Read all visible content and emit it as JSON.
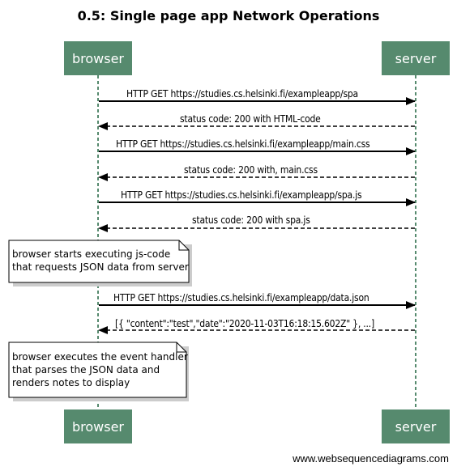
{
  "title": "0.5: Single page app Network Operations",
  "participants": {
    "browser": "browser",
    "server": "server"
  },
  "messages": [
    {
      "label": "HTTP GET https://studies.cs.helsinki.fi/exampleapp/spa",
      "from": "browser",
      "to": "server",
      "style": "solid"
    },
    {
      "label": "status code: 200 with HTML-code",
      "from": "server",
      "to": "browser",
      "style": "dashed"
    },
    {
      "label": "HTTP GET https://studies.cs.helsinki.fi/exampleapp/main.css",
      "from": "browser",
      "to": "server",
      "style": "solid"
    },
    {
      "label": "status code: 200 with, main.css",
      "from": "server",
      "to": "browser",
      "style": "dashed"
    },
    {
      "label": "HTTP GET https://studies.cs.helsinki.fi/exampleapp/spa.js",
      "from": "browser",
      "to": "server",
      "style": "solid"
    },
    {
      "label": "status code: 200 with spa.js",
      "from": "server",
      "to": "browser",
      "style": "dashed"
    },
    {
      "label": "HTTP GET https://studies.cs.helsinki.fi/exampleapp/data.json",
      "from": "browser",
      "to": "server",
      "style": "solid"
    },
    {
      "label": "[{ \"content\":\"test\",\"date\":\"2020-11-03T16:18:15.602Z\" }, ...]",
      "from": "server",
      "to": "browser",
      "style": "dashed"
    }
  ],
  "notes": [
    {
      "lines": [
        "browser starts executing js-code",
        "that requests JSON data from server"
      ]
    },
    {
      "lines": [
        "browser executes the event handler",
        "that parses the JSON data and",
        "renders notes to display"
      ]
    }
  ],
  "footer": "www.websequencediagrams.com",
  "colors": {
    "participant_fill": "#568a6e",
    "participant_text": "#ffffff",
    "lifeline": "#568a6e",
    "arrow": "#000000",
    "note_fill": "#ffffff"
  }
}
